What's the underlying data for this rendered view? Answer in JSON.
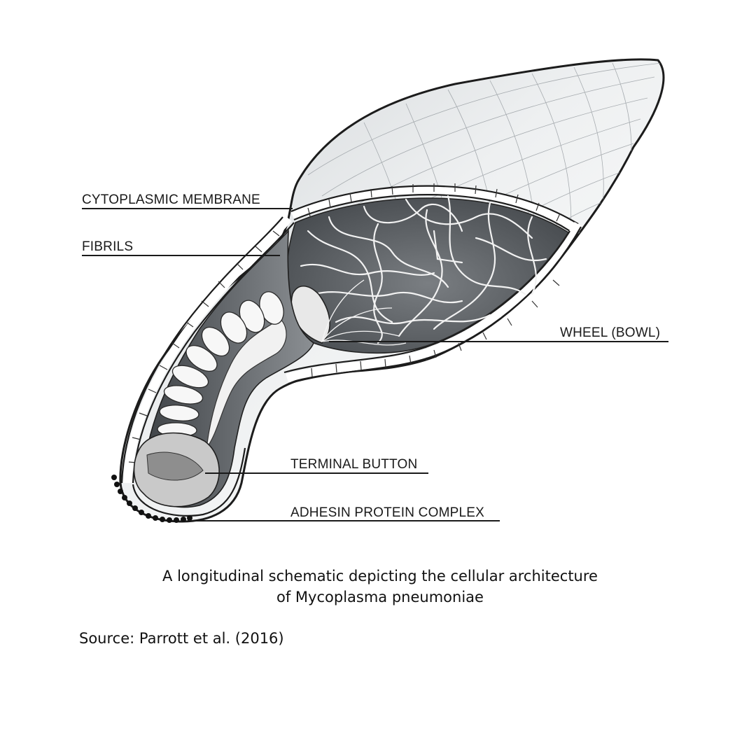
{
  "labels": {
    "cytoplasmic_membrane": "CYTOPLASMIC MEMBRANE",
    "fibrils": "FIBRILS",
    "wheel_bowl": "WHEEL (BOWL)",
    "terminal_button": "TERMINAL BUTTON",
    "adhesin_protein_complex": "ADHESIN PROTEIN COMPLEX"
  },
  "caption": {
    "line1": "A longitudinal schematic depicting the cellular architecture",
    "line2": "of Mycoplasma pneumoniae"
  },
  "source": "Source: Parrott et al. (2016)"
}
